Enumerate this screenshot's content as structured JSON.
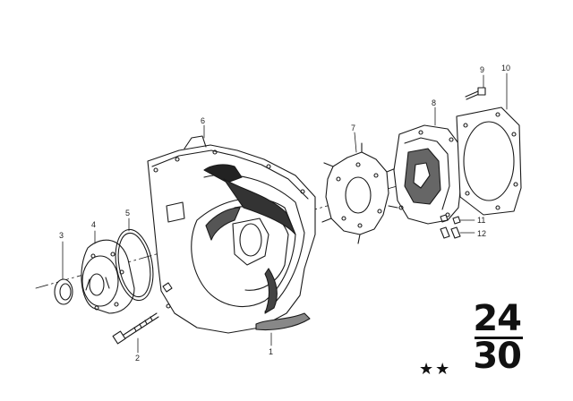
{
  "diagram": {
    "part_labels": {
      "p1": "1",
      "p2": "2",
      "p3": "3",
      "p4": "4",
      "p5": "5",
      "p6": "6",
      "p7": "7",
      "p8": "8",
      "p9": "9",
      "p10": "10",
      "p11": "11",
      "p12": "12"
    },
    "group_number_top": "24",
    "group_number_bottom": "30",
    "rating_stars": "★★"
  }
}
